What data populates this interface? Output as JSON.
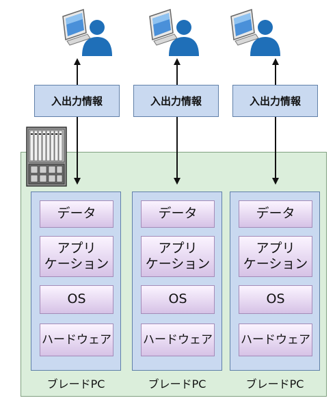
{
  "io_label": "入出力情報",
  "layers": {
    "data": "データ",
    "app_line1": "アプリ",
    "app_line2": "ケーション",
    "os": "OS",
    "hardware": "ハードウェア"
  },
  "blade_label": "ブレードPC",
  "colors": {
    "container_fill": "#dbeedb",
    "blade_fill": "#c9d9f0",
    "layer_fill": "#e8dcf2",
    "user_blue": "#1f6fb8"
  },
  "icons": [
    "user-computer-icon",
    "blade-server-icon"
  ]
}
